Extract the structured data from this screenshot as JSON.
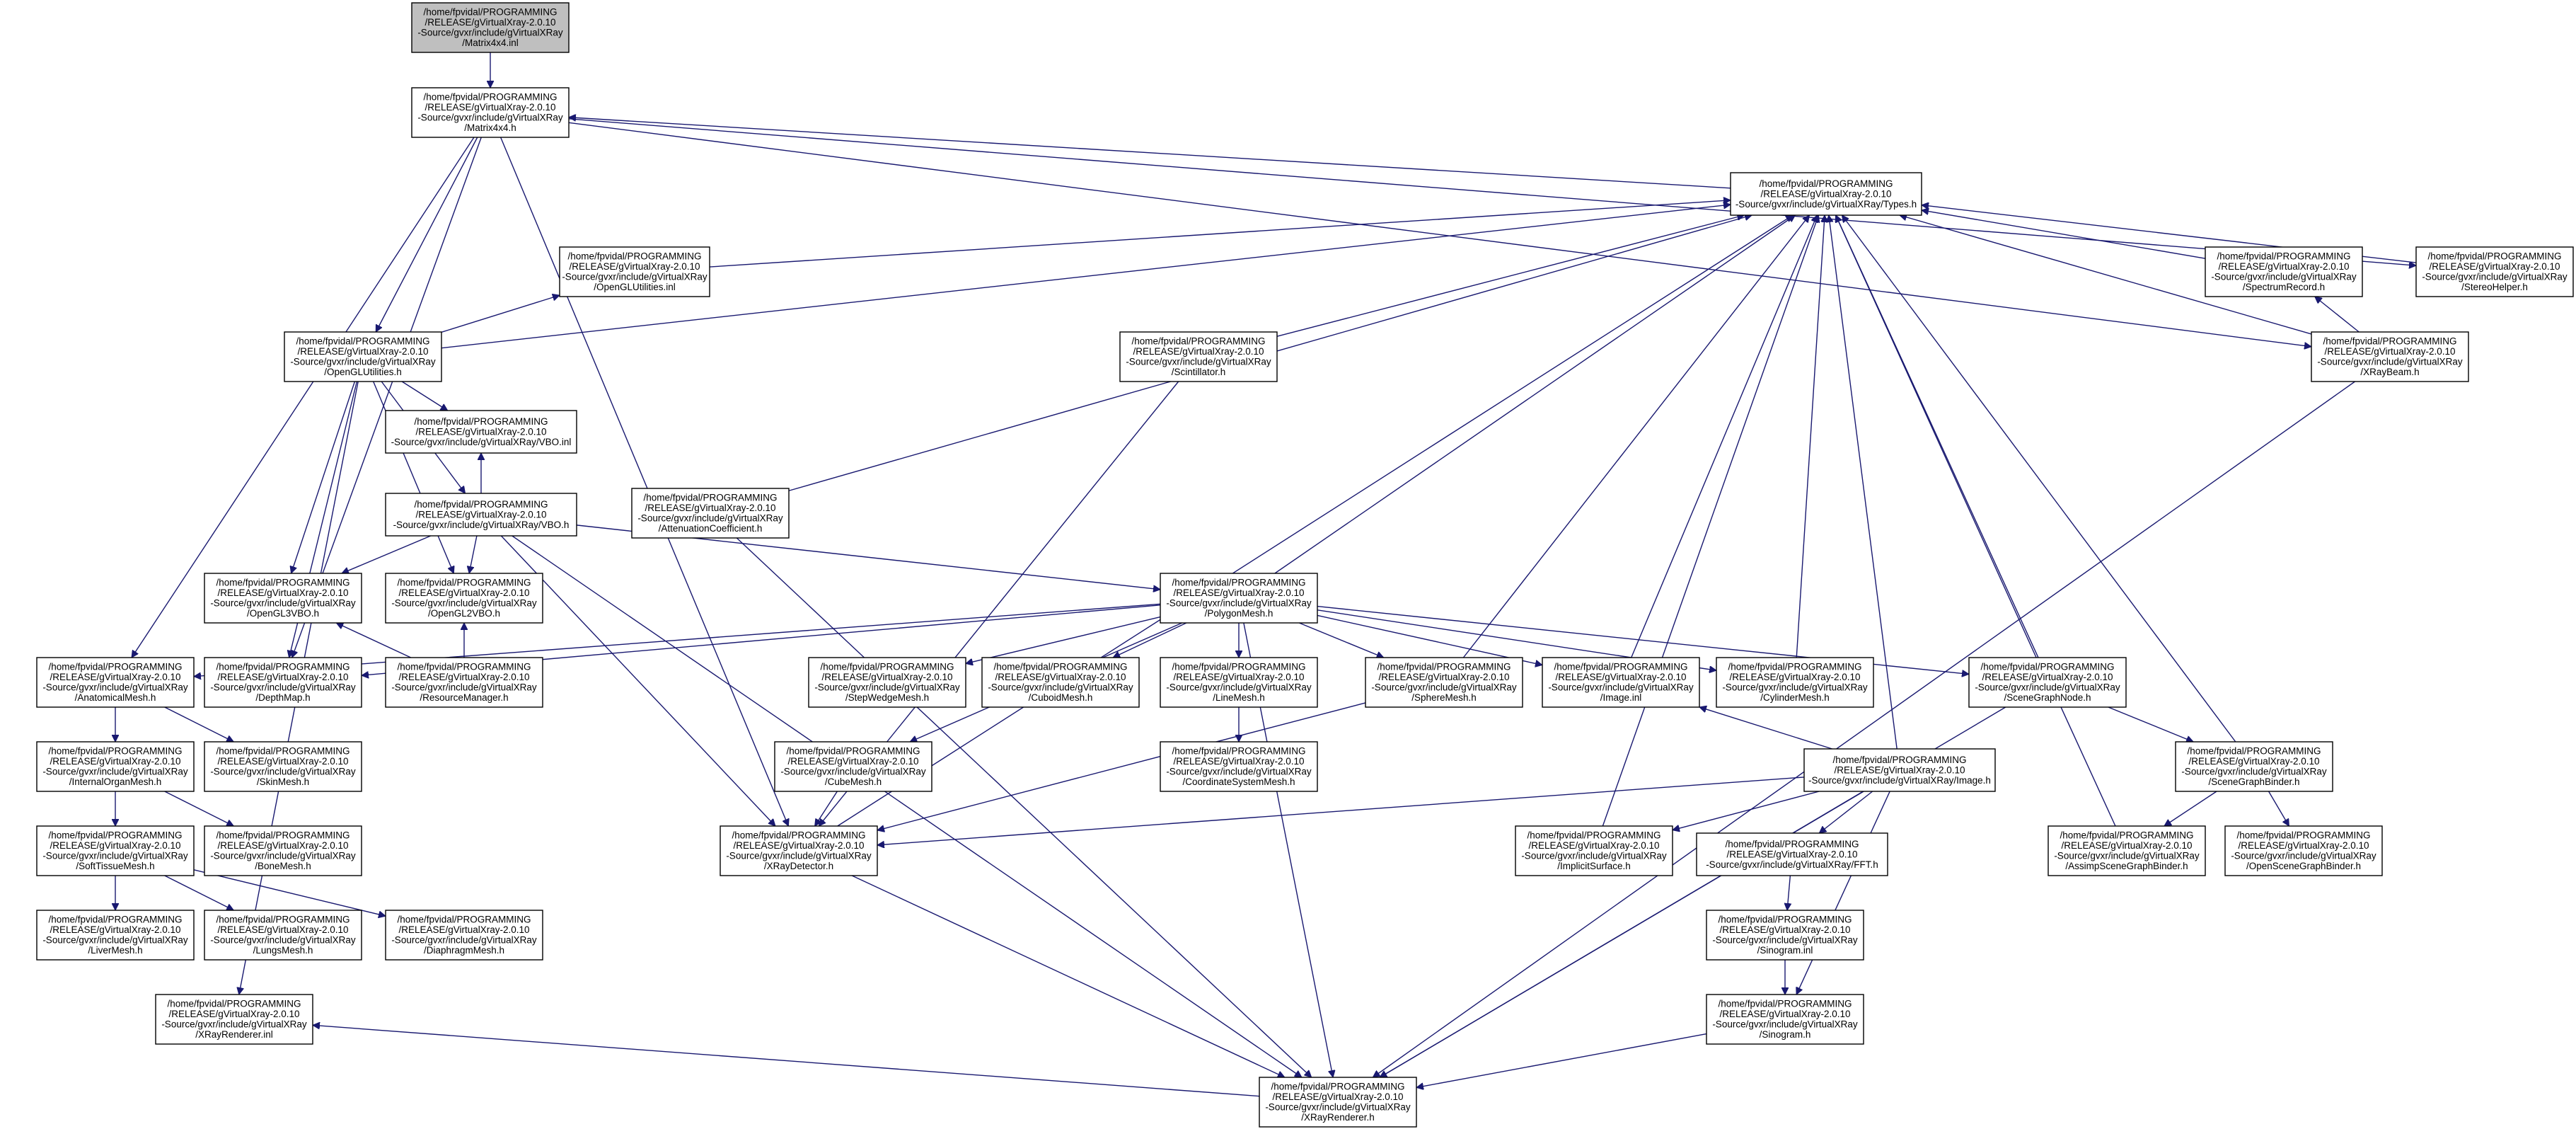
{
  "colors": {
    "edge": "#191970",
    "node_border": "#000000",
    "root_fill": "#bfbfbf",
    "node_fill": "#ffffff"
  },
  "nodes": [
    {
      "id": "matrix_inl",
      "root": true,
      "lines": [
        "/home/fpvidal/PROGRAMMING",
        "/RELEASE/gVirtualXray-2.0.10",
        "-Source/gvxr/include/gVirtualXRay",
        "/Matrix4x4.inl"
      ]
    },
    {
      "id": "matrix_h",
      "lines": [
        "/home/fpvidal/PROGRAMMING",
        "/RELEASE/gVirtualXray-2.0.10",
        "-Source/gvxr/include/gVirtualXRay",
        "/Matrix4x4.h"
      ]
    },
    {
      "id": "types_h",
      "lines": [
        "/home/fpvidal/PROGRAMMING",
        "/RELEASE/gVirtualXray-2.0.10",
        "-Source/gvxr/include/gVirtualXRay/Types.h"
      ]
    },
    {
      "id": "oglutil_inl",
      "lines": [
        "/home/fpvidal/PROGRAMMING",
        "/RELEASE/gVirtualXray-2.0.10",
        "-Source/gvxr/include/gVirtualXRay",
        "/OpenGLUtilities.inl"
      ]
    },
    {
      "id": "oglutil_h",
      "lines": [
        "/home/fpvidal/PROGRAMMING",
        "/RELEASE/gVirtualXray-2.0.10",
        "-Source/gvxr/include/gVirtualXRay",
        "/OpenGLUtilities.h"
      ]
    },
    {
      "id": "scint_h",
      "lines": [
        "/home/fpvidal/PROGRAMMING",
        "/RELEASE/gVirtualXray-2.0.10",
        "-Source/gvxr/include/gVirtualXRay",
        "/Scintillator.h"
      ]
    },
    {
      "id": "specrec_h",
      "lines": [
        "/home/fpvidal/PROGRAMMING",
        "/RELEASE/gVirtualXray-2.0.10",
        "-Source/gvxr/include/gVirtualXRay",
        "/SpectrumRecord.h"
      ]
    },
    {
      "id": "stereo_h",
      "lines": [
        "/home/fpvidal/PROGRAMMING",
        "/RELEASE/gVirtualXray-2.0.10",
        "-Source/gvxr/include/gVirtualXRay",
        "/StereoHelper.h"
      ]
    },
    {
      "id": "xraybeam_h",
      "lines": [
        "/home/fpvidal/PROGRAMMING",
        "/RELEASE/gVirtualXray-2.0.10",
        "-Source/gvxr/include/gVirtualXRay",
        "/XRayBeam.h"
      ]
    },
    {
      "id": "vbo_inl",
      "lines": [
        "/home/fpvidal/PROGRAMMING",
        "/RELEASE/gVirtualXray-2.0.10",
        "-Source/gvxr/include/gVirtualXRay/VBO.inl"
      ]
    },
    {
      "id": "vbo_h",
      "lines": [
        "/home/fpvidal/PROGRAMMING",
        "/RELEASE/gVirtualXray-2.0.10",
        "-Source/gvxr/include/gVirtualXRay/VBO.h"
      ]
    },
    {
      "id": "atten_h",
      "lines": [
        "/home/fpvidal/PROGRAMMING",
        "/RELEASE/gVirtualXray-2.0.10",
        "-Source/gvxr/include/gVirtualXRay",
        "/AttenuationCoefficient.h"
      ]
    },
    {
      "id": "ogl3vbo_h",
      "lines": [
        "/home/fpvidal/PROGRAMMING",
        "/RELEASE/gVirtualXray-2.0.10",
        "-Source/gvxr/include/gVirtualXRay",
        "/OpenGL3VBO.h"
      ]
    },
    {
      "id": "ogl2vbo_h",
      "lines": [
        "/home/fpvidal/PROGRAMMING",
        "/RELEASE/gVirtualXray-2.0.10",
        "-Source/gvxr/include/gVirtualXRay",
        "/OpenGL2VBO.h"
      ]
    },
    {
      "id": "polymesh_h",
      "lines": [
        "/home/fpvidal/PROGRAMMING",
        "/RELEASE/gVirtualXray-2.0.10",
        "-Source/gvxr/include/gVirtualXRay",
        "/PolygonMesh.h"
      ]
    },
    {
      "id": "anatom_h",
      "lines": [
        "/home/fpvidal/PROGRAMMING",
        "/RELEASE/gVirtualXray-2.0.10",
        "-Source/gvxr/include/gVirtualXRay",
        "/AnatomicalMesh.h"
      ]
    },
    {
      "id": "depthmap_h",
      "lines": [
        "/home/fpvidal/PROGRAMMING",
        "/RELEASE/gVirtualXray-2.0.10",
        "-Source/gvxr/include/gVirtualXRay",
        "/DepthMap.h"
      ]
    },
    {
      "id": "resmgr_h",
      "lines": [
        "/home/fpvidal/PROGRAMMING",
        "/RELEASE/gVirtualXray-2.0.10",
        "-Source/gvxr/include/gVirtualXRay",
        "/ResourceManager.h"
      ]
    },
    {
      "id": "stepwedge_h",
      "lines": [
        "/home/fpvidal/PROGRAMMING",
        "/RELEASE/gVirtualXray-2.0.10",
        "-Source/gvxr/include/gVirtualXRay",
        "/StepWedgeMesh.h"
      ]
    },
    {
      "id": "cuboid_h",
      "lines": [
        "/home/fpvidal/PROGRAMMING",
        "/RELEASE/gVirtualXray-2.0.10",
        "-Source/gvxr/include/gVirtualXRay",
        "/CuboidMesh.h"
      ]
    },
    {
      "id": "linemesh_h",
      "lines": [
        "/home/fpvidal/PROGRAMMING",
        "/RELEASE/gVirtualXray-2.0.10",
        "-Source/gvxr/include/gVirtualXRay",
        "/LineMesh.h"
      ]
    },
    {
      "id": "sphere_h",
      "lines": [
        "/home/fpvidal/PROGRAMMING",
        "/RELEASE/gVirtualXray-2.0.10",
        "-Source/gvxr/include/gVirtualXRay",
        "/SphereMesh.h"
      ]
    },
    {
      "id": "image_inl",
      "lines": [
        "/home/fpvidal/PROGRAMMING",
        "/RELEASE/gVirtualXray-2.0.10",
        "-Source/gvxr/include/gVirtualXRay",
        "/Image.inl"
      ]
    },
    {
      "id": "cylinder_h",
      "lines": [
        "/home/fpvidal/PROGRAMMING",
        "/RELEASE/gVirtualXray-2.0.10",
        "-Source/gvxr/include/gVirtualXRay",
        "/CylinderMesh.h"
      ]
    },
    {
      "id": "scenenode_h",
      "lines": [
        "/home/fpvidal/PROGRAMMING",
        "/RELEASE/gVirtualXray-2.0.10",
        "-Source/gvxr/include/gVirtualXRay",
        "/SceneGraphNode.h"
      ]
    },
    {
      "id": "organ_h",
      "lines": [
        "/home/fpvidal/PROGRAMMING",
        "/RELEASE/gVirtualXray-2.0.10",
        "-Source/gvxr/include/gVirtualXRay",
        "/InternalOrganMesh.h"
      ]
    },
    {
      "id": "skin_h",
      "lines": [
        "/home/fpvidal/PROGRAMMING",
        "/RELEASE/gVirtualXray-2.0.10",
        "-Source/gvxr/include/gVirtualXRay",
        "/SkinMesh.h"
      ]
    },
    {
      "id": "cube_h",
      "lines": [
        "/home/fpvidal/PROGRAMMING",
        "/RELEASE/gVirtualXray-2.0.10",
        "-Source/gvxr/include/gVirtualXRay",
        "/CubeMesh.h"
      ]
    },
    {
      "id": "coordsys_h",
      "lines": [
        "/home/fpvidal/PROGRAMMING",
        "/RELEASE/gVirtualXray-2.0.10",
        "-Source/gvxr/include/gVirtualXRay",
        "/CoordinateSystemMesh.h"
      ]
    },
    {
      "id": "image_h",
      "lines": [
        "/home/fpvidal/PROGRAMMING",
        "/RELEASE/gVirtualXray-2.0.10",
        "-Source/gvxr/include/gVirtualXRay/Image.h"
      ]
    },
    {
      "id": "scenebinder_h",
      "lines": [
        "/home/fpvidal/PROGRAMMING",
        "/RELEASE/gVirtualXray-2.0.10",
        "-Source/gvxr/include/gVirtualXRay",
        "/SceneGraphBinder.h"
      ]
    },
    {
      "id": "soft_h",
      "lines": [
        "/home/fpvidal/PROGRAMMING",
        "/RELEASE/gVirtualXray-2.0.10",
        "-Source/gvxr/include/gVirtualXRay",
        "/SoftTissueMesh.h"
      ]
    },
    {
      "id": "bone_h",
      "lines": [
        "/home/fpvidal/PROGRAMMING",
        "/RELEASE/gVirtualXray-2.0.10",
        "-Source/gvxr/include/gVirtualXRay",
        "/BoneMesh.h"
      ]
    },
    {
      "id": "detector_h",
      "lines": [
        "/home/fpvidal/PROGRAMMING",
        "/RELEASE/gVirtualXray-2.0.10",
        "-Source/gvxr/include/gVirtualXRay",
        "/XRayDetector.h"
      ]
    },
    {
      "id": "implicit_h",
      "lines": [
        "/home/fpvidal/PROGRAMMING",
        "/RELEASE/gVirtualXray-2.0.10",
        "-Source/gvxr/include/gVirtualXRay",
        "/ImplicitSurface.h"
      ]
    },
    {
      "id": "fft_h",
      "lines": [
        "/home/fpvidal/PROGRAMMING",
        "/RELEASE/gVirtualXray-2.0.10",
        "-Source/gvxr/include/gVirtualXRay/FFT.h"
      ]
    },
    {
      "id": "assimp_h",
      "lines": [
        "/home/fpvidal/PROGRAMMING",
        "/RELEASE/gVirtualXray-2.0.10",
        "-Source/gvxr/include/gVirtualXRay",
        "/AssimpSceneGraphBinder.h"
      ]
    },
    {
      "id": "osgbinder_h",
      "lines": [
        "/home/fpvidal/PROGRAMMING",
        "/RELEASE/gVirtualXray-2.0.10",
        "-Source/gvxr/include/gVirtualXRay",
        "/OpenSceneGraphBinder.h"
      ]
    },
    {
      "id": "liver_h",
      "lines": [
        "/home/fpvidal/PROGRAMMING",
        "/RELEASE/gVirtualXray-2.0.10",
        "-Source/gvxr/include/gVirtualXRay",
        "/LiverMesh.h"
      ]
    },
    {
      "id": "lungs_h",
      "lines": [
        "/home/fpvidal/PROGRAMMING",
        "/RELEASE/gVirtualXray-2.0.10",
        "-Source/gvxr/include/gVirtualXRay",
        "/LungsMesh.h"
      ]
    },
    {
      "id": "diaphragm_h",
      "lines": [
        "/home/fpvidal/PROGRAMMING",
        "/RELEASE/gVirtualXray-2.0.10",
        "-Source/gvxr/include/gVirtualXRay",
        "/DiaphragmMesh.h"
      ]
    },
    {
      "id": "sinogram_inl",
      "lines": [
        "/home/fpvidal/PROGRAMMING",
        "/RELEASE/gVirtualXray-2.0.10",
        "-Source/gvxr/include/gVirtualXRay",
        "/Sinogram.inl"
      ]
    },
    {
      "id": "xrr_inl",
      "lines": [
        "/home/fpvidal/PROGRAMMING",
        "/RELEASE/gVirtualXray-2.0.10",
        "-Source/gvxr/include/gVirtualXRay",
        "/XRayRenderer.inl"
      ]
    },
    {
      "id": "sinogram_h",
      "lines": [
        "/home/fpvidal/PROGRAMMING",
        "/RELEASE/gVirtualXray-2.0.10",
        "-Source/gvxr/include/gVirtualXRay",
        "/Sinogram.h"
      ]
    },
    {
      "id": "xrr_h",
      "lines": [
        "/home/fpvidal/PROGRAMMING",
        "/RELEASE/gVirtualXray-2.0.10",
        "-Source/gvxr/include/gVirtualXRay",
        "/XRayRenderer.h"
      ]
    }
  ],
  "edges": [
    [
      "matrix_inl",
      "matrix_h"
    ],
    [
      "matrix_h",
      "oglutil_h"
    ],
    [
      "matrix_h",
      "anatom_h"
    ],
    [
      "matrix_h",
      "depthmap_h"
    ],
    [
      "matrix_h",
      "detector_h"
    ],
    [
      "matrix_h",
      "stereo_h"
    ],
    [
      "matrix_h",
      "xraybeam_h"
    ],
    [
      "types_h",
      "matrix_h"
    ],
    [
      "oglutil_inl",
      "types_h"
    ],
    [
      "oglutil_h",
      "types_h"
    ],
    [
      "scint_h",
      "types_h"
    ],
    [
      "specrec_h",
      "types_h"
    ],
    [
      "stereo_h",
      "types_h"
    ],
    [
      "xraybeam_h",
      "types_h"
    ],
    [
      "atten_h",
      "types_h"
    ],
    [
      "polymesh_h",
      "types_h"
    ],
    [
      "sphere_h",
      "types_h"
    ],
    [
      "cylinder_h",
      "types_h"
    ],
    [
      "image_inl",
      "types_h"
    ],
    [
      "scenenode_h",
      "types_h"
    ],
    [
      "image_h",
      "types_h"
    ],
    [
      "scenebinder_h",
      "types_h"
    ],
    [
      "implicit_h",
      "types_h"
    ],
    [
      "assimp_h",
      "types_h"
    ],
    [
      "detector_h",
      "types_h"
    ],
    [
      "oglutil_h",
      "oglutil_inl"
    ],
    [
      "xraybeam_h",
      "specrec_h"
    ],
    [
      "oglutil_h",
      "vbo_inl"
    ],
    [
      "oglutil_h",
      "vbo_h"
    ],
    [
      "oglutil_h",
      "ogl3vbo_h"
    ],
    [
      "oglutil_h",
      "ogl2vbo_h"
    ],
    [
      "oglutil_h",
      "depthmap_h"
    ],
    [
      "oglutil_h",
      "xrr_inl"
    ],
    [
      "vbo_h",
      "vbo_inl"
    ],
    [
      "vbo_h",
      "ogl3vbo_h"
    ],
    [
      "vbo_h",
      "ogl2vbo_h"
    ],
    [
      "vbo_h",
      "polymesh_h"
    ],
    [
      "vbo_h",
      "detector_h"
    ],
    [
      "vbo_h",
      "xrr_h"
    ],
    [
      "resmgr_h",
      "ogl3vbo_h"
    ],
    [
      "resmgr_h",
      "ogl2vbo_h"
    ],
    [
      "polymesh_h",
      "anatom_h"
    ],
    [
      "polymesh_h",
      "depthmap_h"
    ],
    [
      "polymesh_h",
      "stepwedge_h"
    ],
    [
      "polymesh_h",
      "cuboid_h"
    ],
    [
      "polymesh_h",
      "linemesh_h"
    ],
    [
      "polymesh_h",
      "sphere_h"
    ],
    [
      "polymesh_h",
      "image_inl"
    ],
    [
      "polymesh_h",
      "cylinder_h"
    ],
    [
      "polymesh_h",
      "scenenode_h"
    ],
    [
      "polymesh_h",
      "cube_h"
    ],
    [
      "polymesh_h",
      "xrr_h"
    ],
    [
      "linemesh_h",
      "coordsys_h"
    ],
    [
      "anatom_h",
      "organ_h"
    ],
    [
      "anatom_h",
      "skin_h"
    ],
    [
      "organ_h",
      "soft_h"
    ],
    [
      "organ_h",
      "bone_h"
    ],
    [
      "soft_h",
      "liver_h"
    ],
    [
      "soft_h",
      "lungs_h"
    ],
    [
      "soft_h",
      "diaphragm_h"
    ],
    [
      "scint_h",
      "detector_h"
    ],
    [
      "sphere_h",
      "detector_h"
    ],
    [
      "cube_h",
      "detector_h"
    ],
    [
      "image_h",
      "image_inl"
    ],
    [
      "image_h",
      "detector_h"
    ],
    [
      "image_h",
      "implicit_h"
    ],
    [
      "image_h",
      "fft_h"
    ],
    [
      "image_h",
      "sinogram_h"
    ],
    [
      "image_h",
      "xrr_h"
    ],
    [
      "fft_h",
      "sinogram_inl"
    ],
    [
      "sinogram_inl",
      "sinogram_h"
    ],
    [
      "scenenode_h",
      "scenebinder_h"
    ],
    [
      "scenenode_h",
      "xrr_h"
    ],
    [
      "scenebinder_h",
      "assimp_h"
    ],
    [
      "scenebinder_h",
      "osgbinder_h"
    ],
    [
      "atten_h",
      "xrr_h"
    ],
    [
      "detector_h",
      "xrr_h"
    ],
    [
      "sinogram_h",
      "xrr_h"
    ],
    [
      "xraybeam_h",
      "xrr_h"
    ],
    [
      "xrr_h",
      "xrr_inl"
    ]
  ]
}
